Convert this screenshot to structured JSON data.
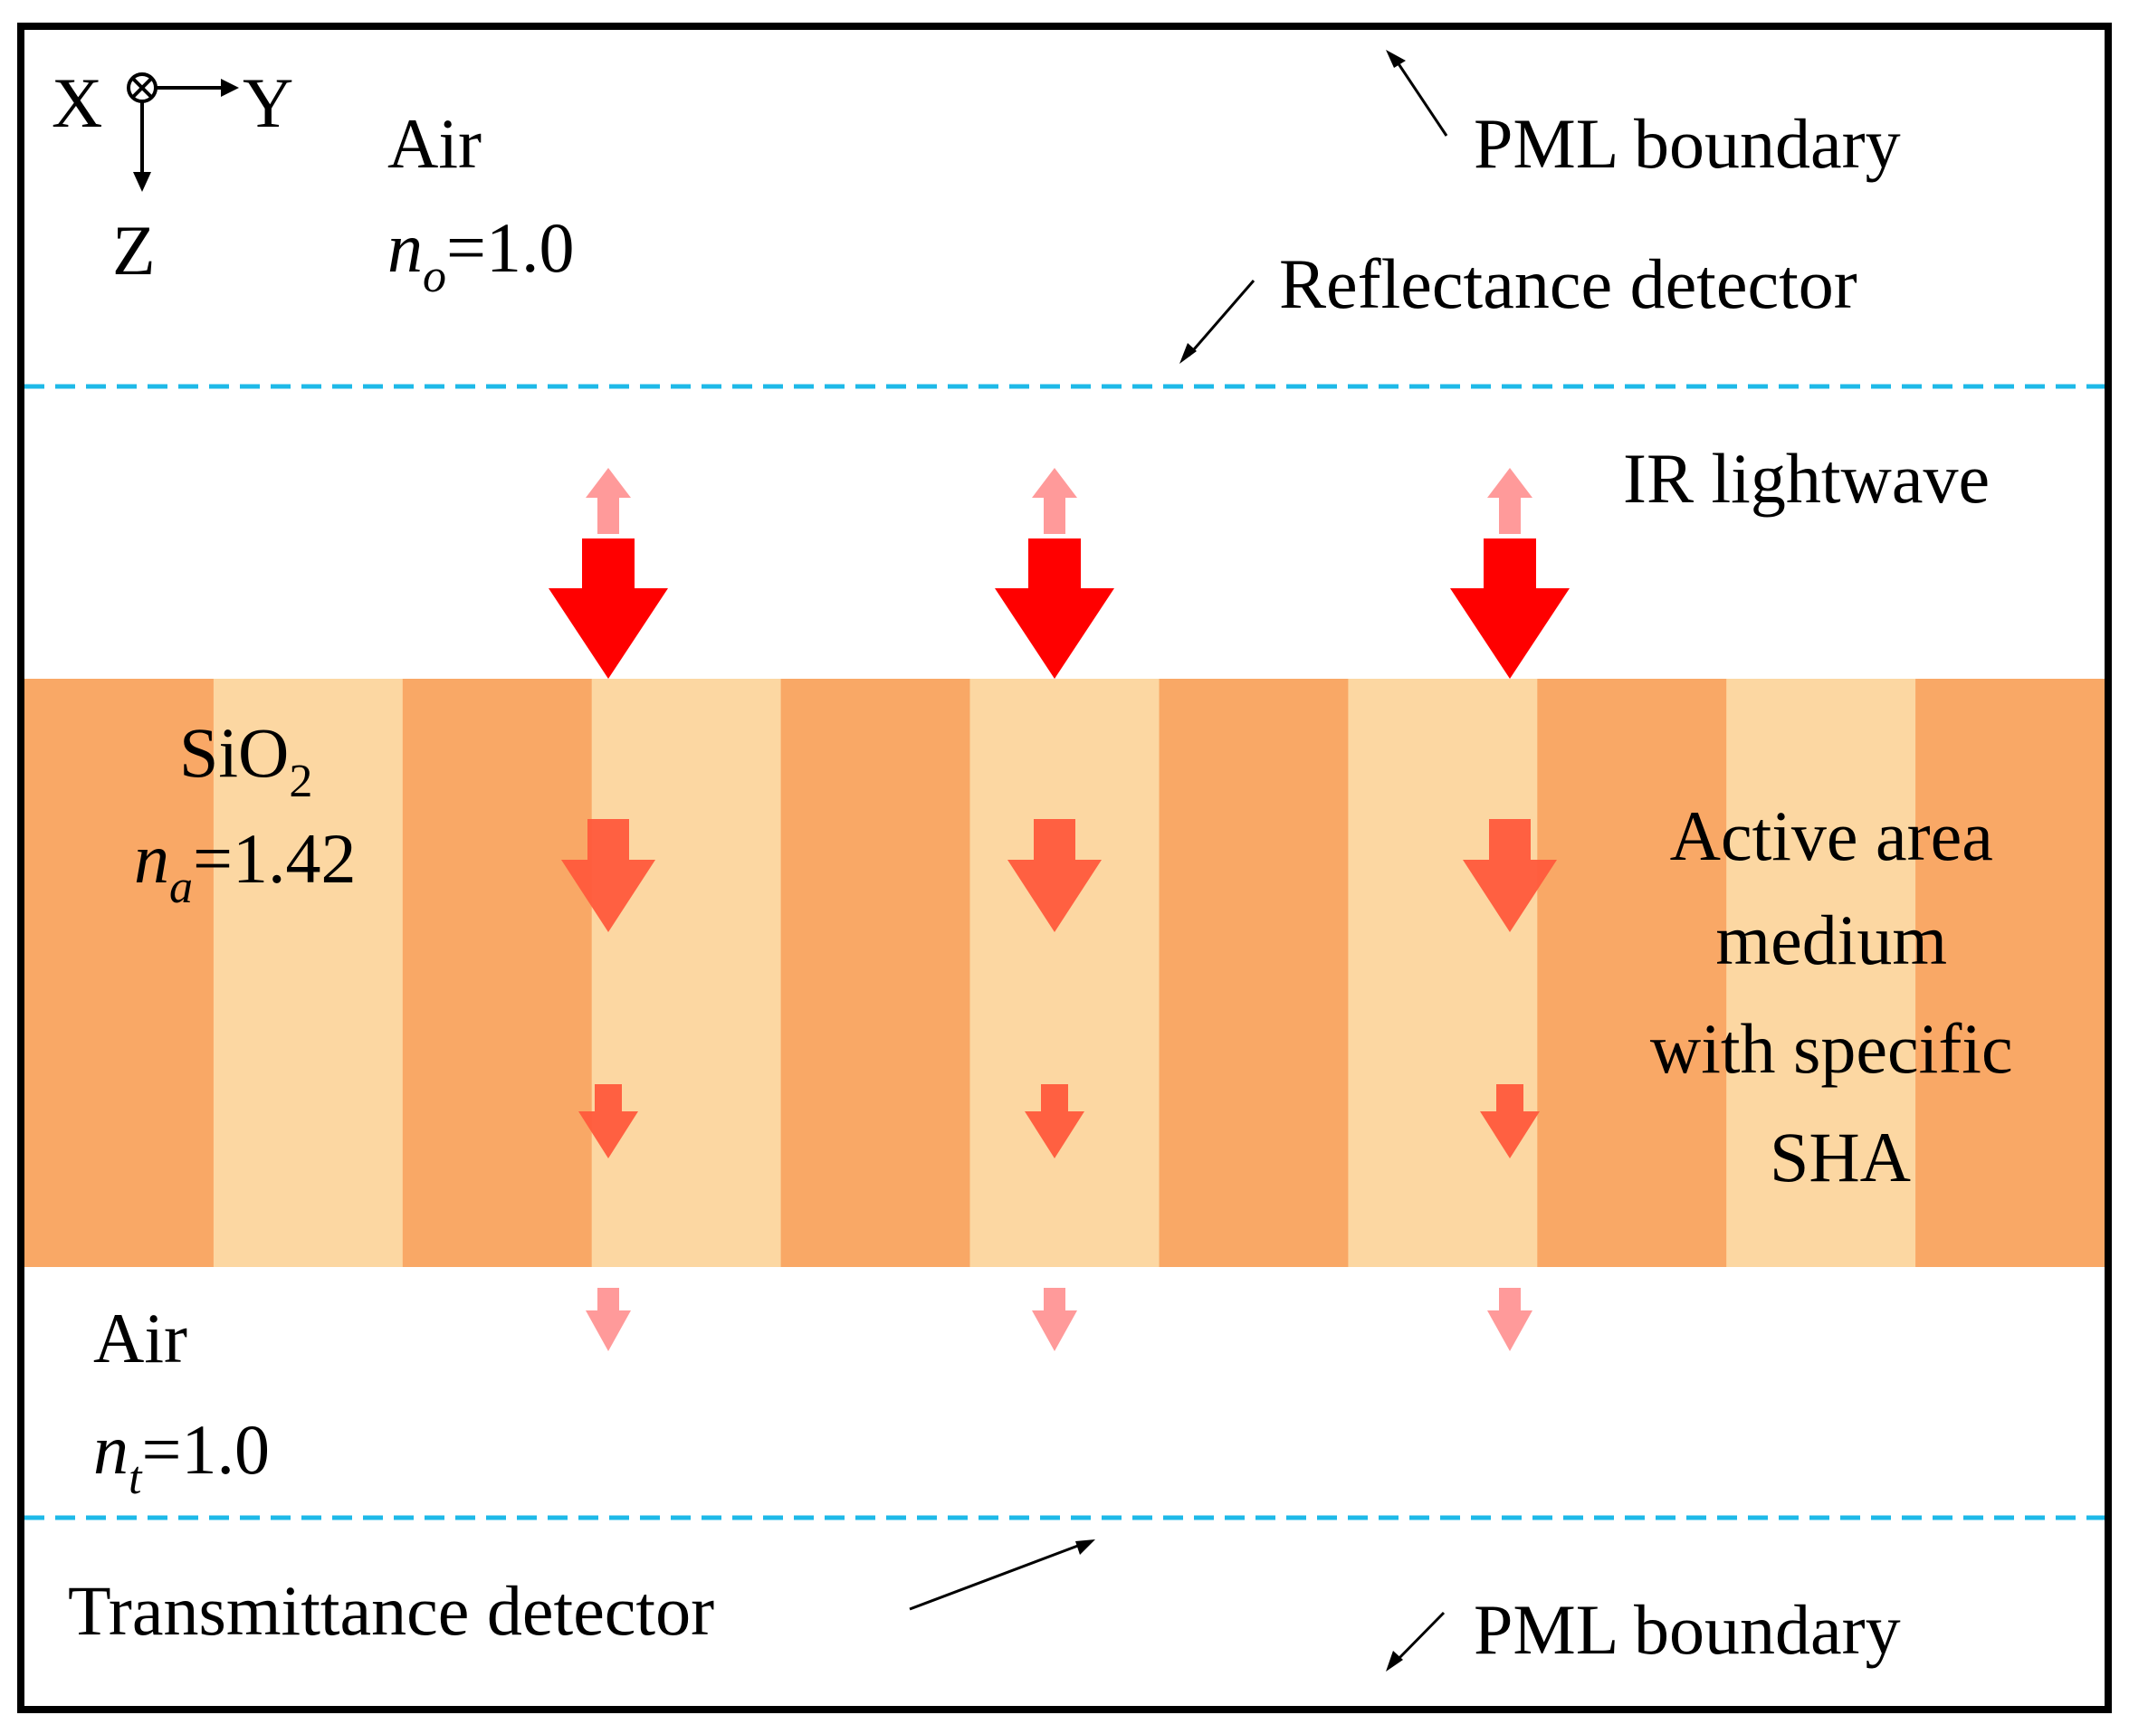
{
  "axes": {
    "x": "X",
    "y": "Y",
    "z": "Z"
  },
  "top_medium": {
    "name": "Air",
    "index_var": "n",
    "index_sub": "o",
    "index_value": "=1.0"
  },
  "sio2": {
    "name_main": "SiO",
    "name_sub": "2",
    "index_var": "n",
    "index_sub": "a",
    "index_value": "=1.42"
  },
  "bottom_medium": {
    "name": "Air",
    "index_var": "n",
    "index_sub": "t",
    "index_value": "=1.0"
  },
  "labels": {
    "pml_top": "PML boundary",
    "reflectance": "Reflectance detector",
    "ir": "IR lightwave",
    "active_lines": [
      "Active area",
      "medium",
      "with specific",
      "SHA"
    ],
    "transmittance": "Transmittance detector",
    "pml_bottom": "PML boundary"
  },
  "colors": {
    "stripe_dark": "#F9A866",
    "stripe_light": "#FCD7A2",
    "detector_line": "#1EB9E8",
    "incident_arrow": "#FF0000",
    "inner_arrow": "#FF5A3C",
    "weak_arrow": "#FF9A9A"
  },
  "stripes": [
    "dark",
    "light",
    "dark",
    "light",
    "dark",
    "light",
    "dark",
    "light",
    "dark",
    "light",
    "dark"
  ]
}
